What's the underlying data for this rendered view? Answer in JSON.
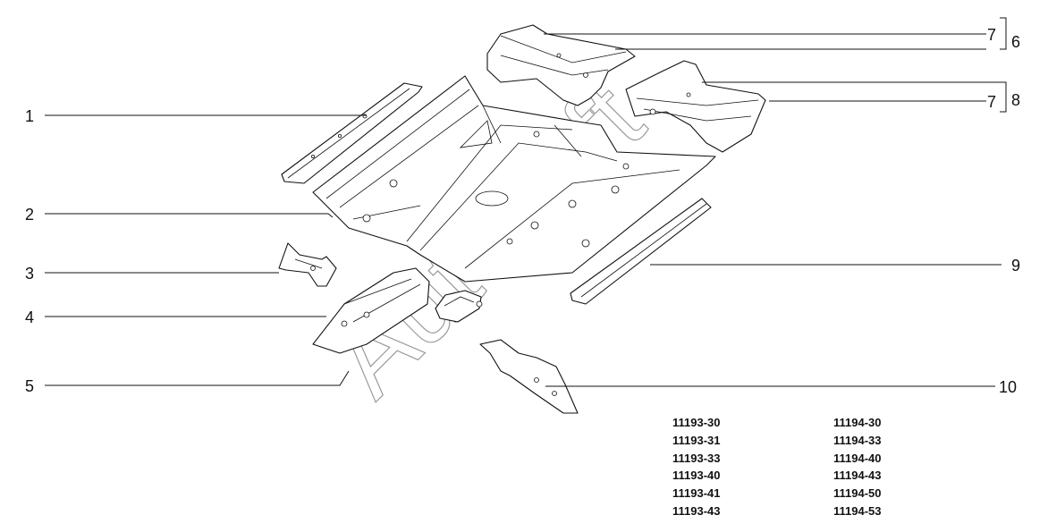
{
  "callouts": {
    "c1": "1",
    "c2": "2",
    "c3": "3",
    "c4": "4",
    "c5": "5",
    "c6": "6",
    "c7a": "7",
    "c7b": "7",
    "c8": "8",
    "c9": "9",
    "c10": "10"
  },
  "watermark": "Autosoft",
  "model_codes": {
    "left": [
      "11193-30",
      "11193-31",
      "11193-33",
      "11193-40",
      "11193-41",
      "11193-43"
    ],
    "right": [
      "11194-30",
      "11194-33",
      "11194-40",
      "11194-43",
      "11194-50",
      "11194-53"
    ]
  }
}
